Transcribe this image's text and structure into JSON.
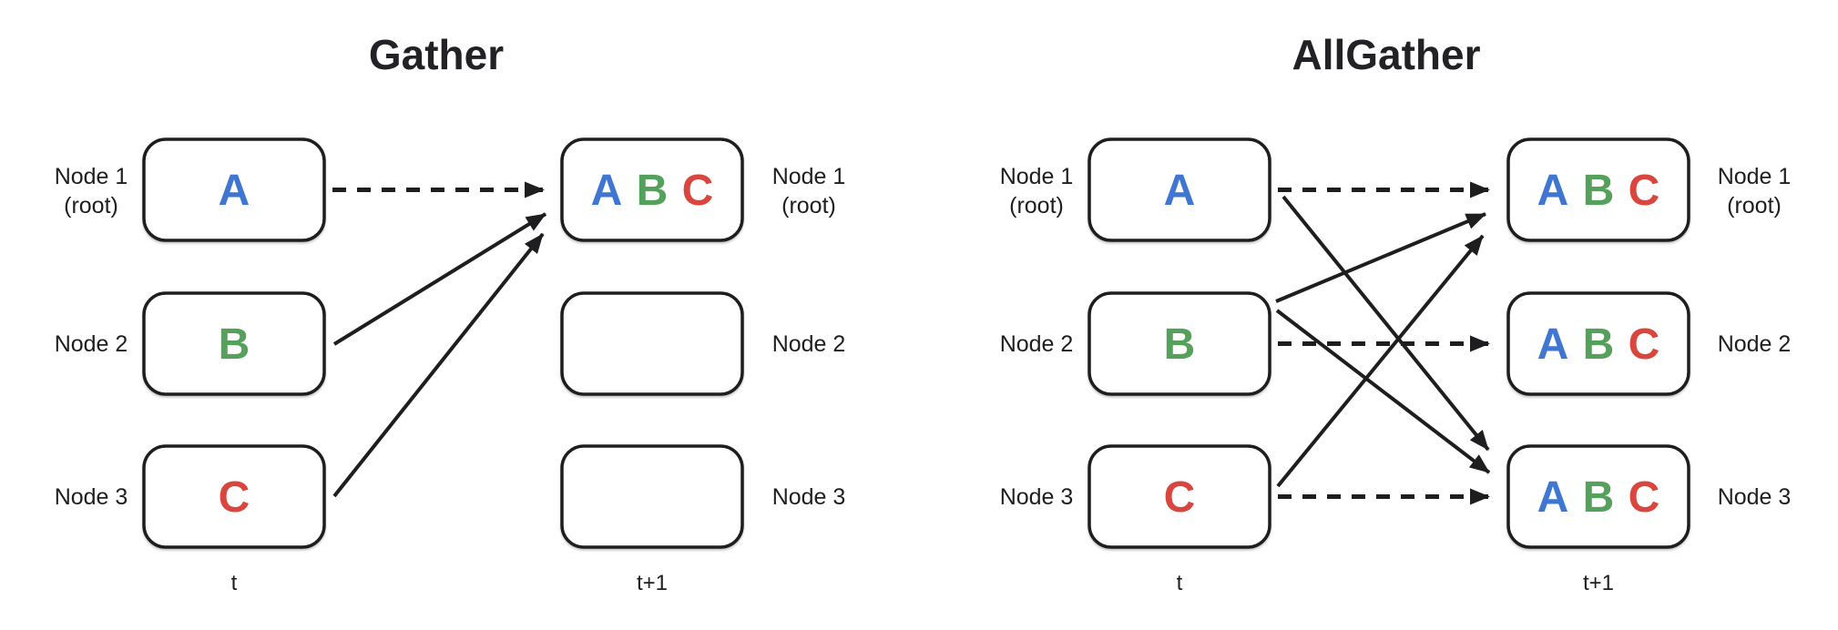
{
  "colors": {
    "ink": "#1e1e20",
    "letter_a": "#3f76d2",
    "letter_b": "#55a05a",
    "letter_c": "#d8463e"
  },
  "gather": {
    "title": "Gather",
    "time_before": "t",
    "time_after": "t+1",
    "source_nodes": [
      {
        "label": "Node 1",
        "sublabel": "(root)",
        "letters": [
          "A"
        ]
      },
      {
        "label": "Node 2",
        "letters": [
          "B"
        ]
      },
      {
        "label": "Node 3",
        "letters": [
          "C"
        ]
      }
    ],
    "dest_nodes": [
      {
        "label": "Node 1",
        "sublabel": "(root)",
        "letters": [
          "A",
          "B",
          "C"
        ]
      },
      {
        "label": "Node 2",
        "letters": []
      },
      {
        "label": "Node 3",
        "letters": []
      }
    ]
  },
  "allgather": {
    "title": "AllGather",
    "time_before": "t",
    "time_after": "t+1",
    "source_nodes": [
      {
        "label": "Node 1",
        "sublabel": "(root)",
        "letters": [
          "A"
        ]
      },
      {
        "label": "Node 2",
        "letters": [
          "B"
        ]
      },
      {
        "label": "Node 3",
        "letters": [
          "C"
        ]
      }
    ],
    "dest_nodes": [
      {
        "label": "Node 1",
        "sublabel": "(root)",
        "letters": [
          "A",
          "B",
          "C"
        ]
      },
      {
        "label": "Node 2",
        "letters": [
          "A",
          "B",
          "C"
        ]
      },
      {
        "label": "Node 3",
        "letters": [
          "A",
          "B",
          "C"
        ]
      }
    ]
  }
}
